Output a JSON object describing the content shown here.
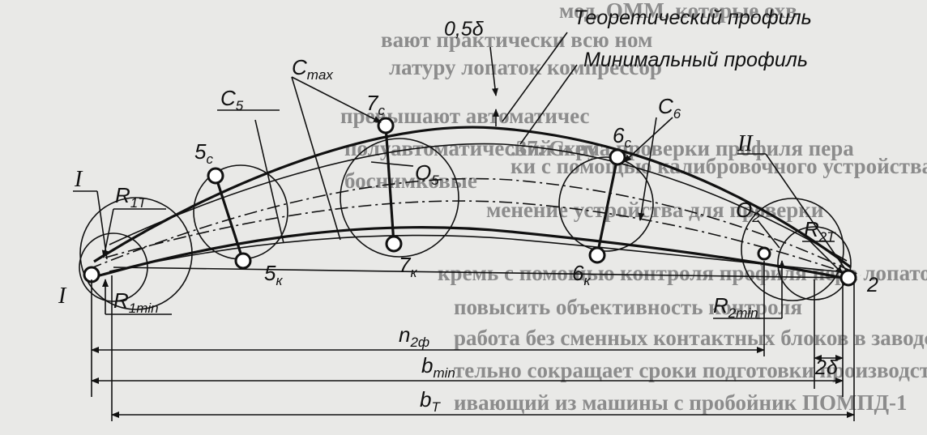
{
  "background_text": [
    "мод. ОММ, которые охв",
    "вают практически всю ном",
    "латуру лопаток компрессор",
    "превышают автоматичес",
    ".37. Схема проверки профиля пера",
    "ки с помощью калибровочного устройства",
    "полуавтоматический и ру",
    "боснимковые",
    "менение устройства для проверки",
    "кремь с помощью контроля профиля пера лопаток",
    "повысить объективность контроля",
    "работа без сменных контактных блоков в заводских условиях",
    "тельно сокращает сроки подготовки производства и облегчает",
    "ивающий из машины с пробойник ПОМПД-1"
  ],
  "labels": {
    "theoretical_profile": "Теоретический профиль",
    "minimal_profile": "Минимальный профиль",
    "half_delta": "0,5δ",
    "c_max": "C",
    "c_max_sub": "max",
    "c5": "C",
    "c5_sub": "5",
    "c6": "C",
    "c6_sub": "6",
    "r1t": "R",
    "r1t_sub": "1T",
    "r1min": "R",
    "r1min_sub": "1min",
    "r2t": "R",
    "r2t_sub": "2T",
    "r2min": "R",
    "r2min_sub": "2min",
    "o5": "O",
    "o5_sub": "5",
    "o2": "O",
    "o2_sub": "2",
    "p7c": "7",
    "p7c_sub": "c",
    "p7k": "7",
    "p7k_sub": "к",
    "p5c": "5",
    "p5c_sub": "c",
    "p5k": "5",
    "p5k_sub": "к",
    "p6c": "6",
    "p6c_sub": "c",
    "p6k": "6",
    "p6k_sub": "к",
    "roman_1_top": "I",
    "roman_1_bottom": "I",
    "roman_2": "II",
    "point_2": "2",
    "n2f": "n",
    "n2f_sub": "2ф",
    "b_min": "b",
    "b_min_sub": "min",
    "b_t": "b",
    "b_t_sub": "T",
    "two_delta": "2δ"
  }
}
